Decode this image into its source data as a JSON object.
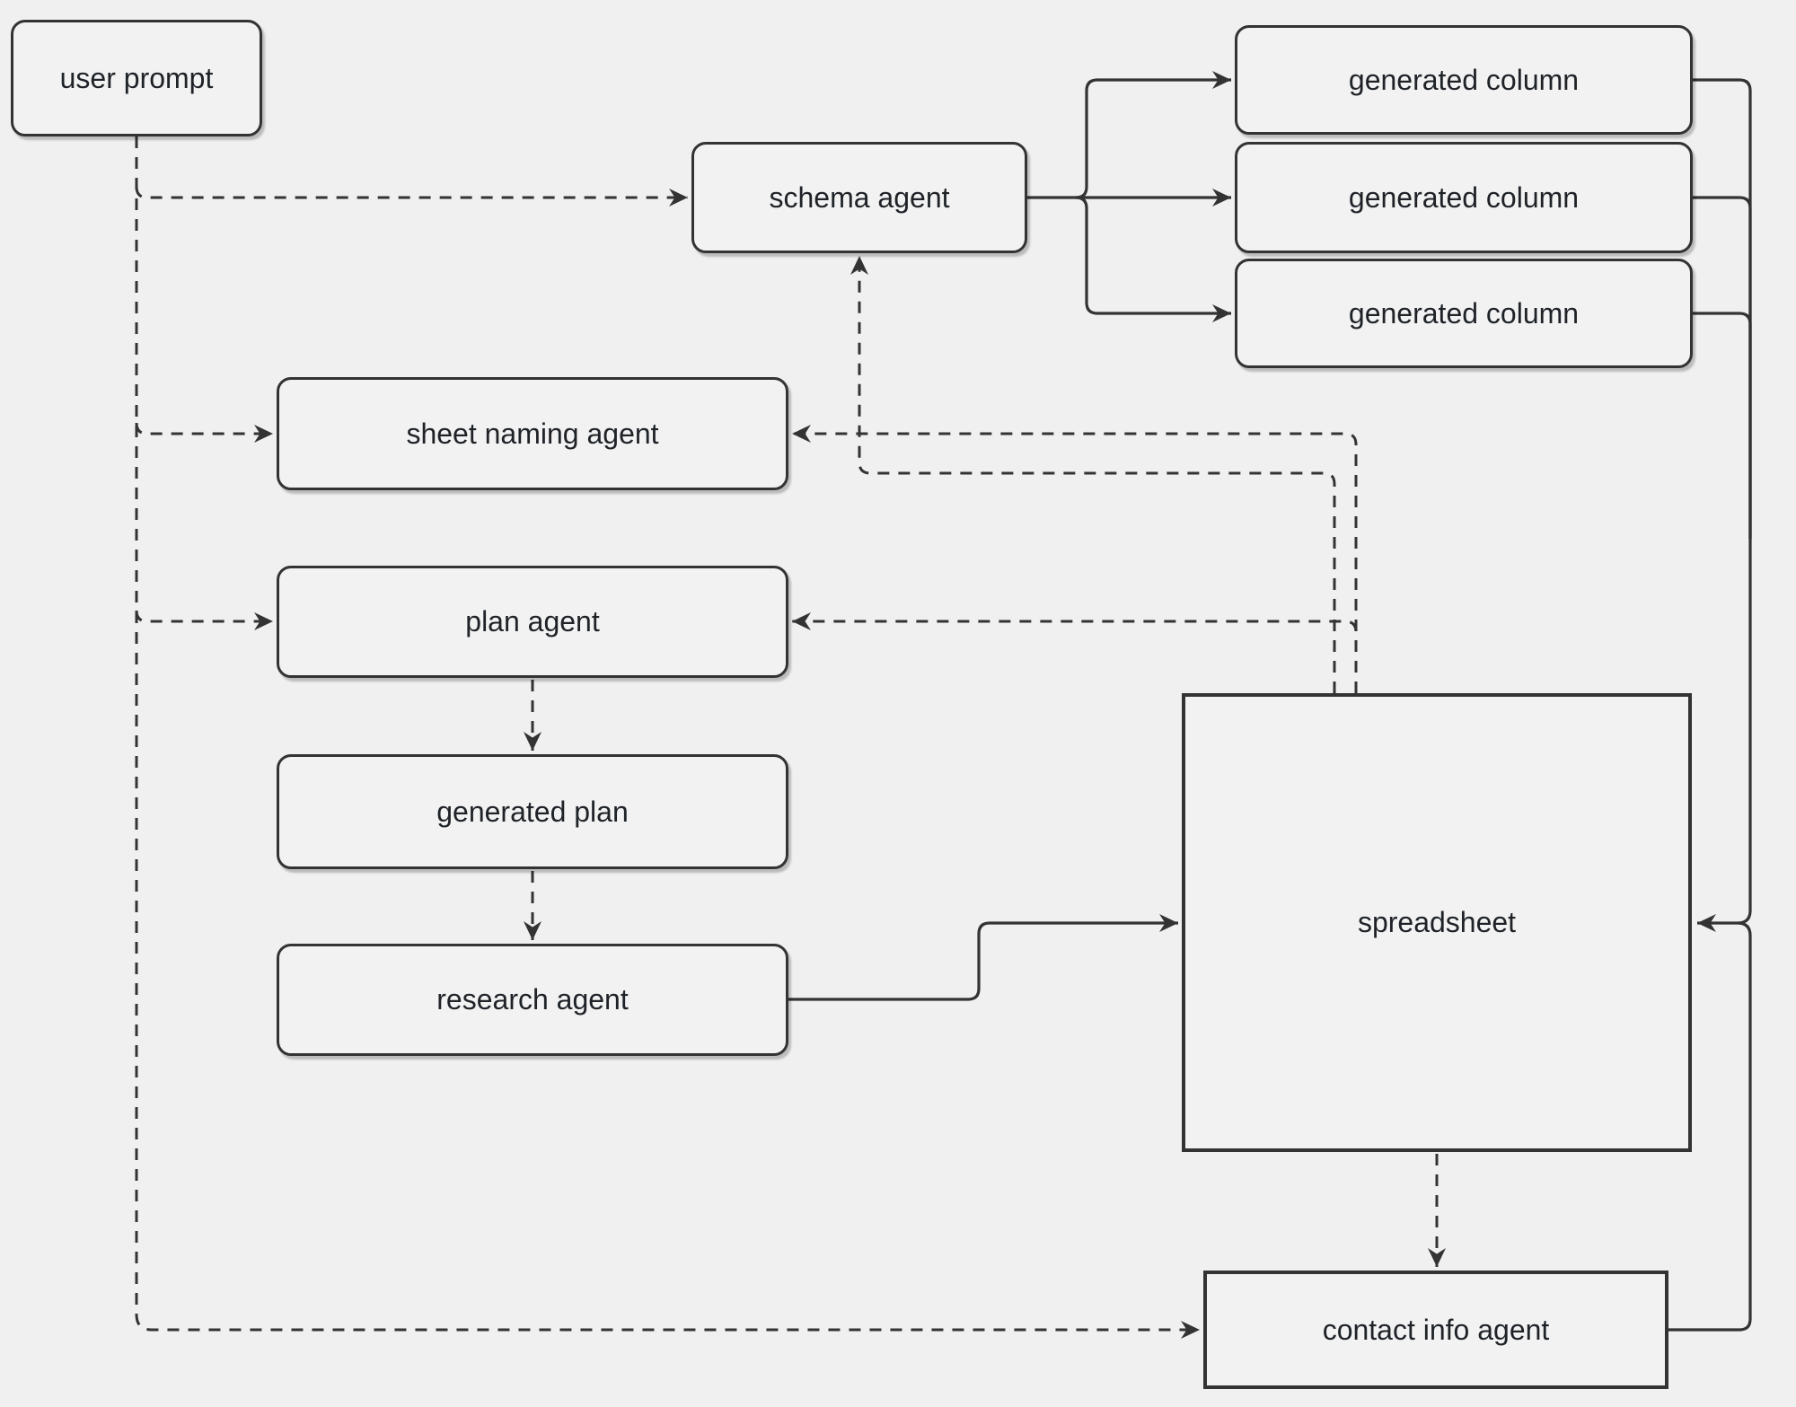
{
  "diagram": {
    "title": "agent pipeline flowchart",
    "background_color": "#f0f0f0",
    "node_fill_color": "#f2f2f2",
    "line_color": "#333333",
    "text_color": "#1f2328",
    "nodes": [
      {
        "id": "user-prompt",
        "label": "user prompt",
        "shape": "rounded"
      },
      {
        "id": "schema-agent",
        "label": "schema agent",
        "shape": "rounded"
      },
      {
        "id": "generated-column-1",
        "label": "generated column",
        "shape": "rounded"
      },
      {
        "id": "generated-column-2",
        "label": "generated column",
        "shape": "rounded"
      },
      {
        "id": "generated-column-3",
        "label": "generated column",
        "shape": "rounded"
      },
      {
        "id": "sheet-naming-agent",
        "label": "sheet naming agent",
        "shape": "rounded"
      },
      {
        "id": "plan-agent",
        "label": "plan agent",
        "shape": "rounded"
      },
      {
        "id": "generated-plan",
        "label": "generated plan",
        "shape": "rounded"
      },
      {
        "id": "research-agent",
        "label": "research agent",
        "shape": "rounded"
      },
      {
        "id": "spreadsheet",
        "label": "spreadsheet",
        "shape": "rectangle"
      },
      {
        "id": "contact-info-agent",
        "label": "contact info agent",
        "shape": "rectangle"
      }
    ],
    "edges": [
      {
        "from": "user prompt",
        "to": "schema agent",
        "style": "dashed"
      },
      {
        "from": "user prompt",
        "to": "sheet naming agent",
        "style": "dashed"
      },
      {
        "from": "user prompt",
        "to": "plan agent",
        "style": "dashed"
      },
      {
        "from": "user prompt",
        "to": "contact info agent",
        "style": "dashed"
      },
      {
        "from": "schema agent",
        "to": "generated column 1",
        "style": "solid"
      },
      {
        "from": "schema agent",
        "to": "generated column 2",
        "style": "solid"
      },
      {
        "from": "schema agent",
        "to": "generated column 3",
        "style": "solid"
      },
      {
        "from": "generated column 1",
        "to": "spreadsheet",
        "style": "solid"
      },
      {
        "from": "generated column 2",
        "to": "spreadsheet",
        "style": "solid"
      },
      {
        "from": "generated column 3",
        "to": "spreadsheet",
        "style": "solid"
      },
      {
        "from": "spreadsheet",
        "to": "sheet naming agent",
        "style": "dashed"
      },
      {
        "from": "spreadsheet",
        "to": "schema agent",
        "style": "dashed"
      },
      {
        "from": "spreadsheet",
        "to": "plan agent",
        "style": "dashed"
      },
      {
        "from": "plan agent",
        "to": "generated plan",
        "style": "dashed"
      },
      {
        "from": "generated plan",
        "to": "research agent",
        "style": "dashed"
      },
      {
        "from": "research agent",
        "to": "spreadsheet",
        "style": "solid"
      },
      {
        "from": "spreadsheet",
        "to": "contact info agent",
        "style": "dashed"
      },
      {
        "from": "contact info agent",
        "to": "spreadsheet",
        "style": "solid"
      }
    ]
  }
}
